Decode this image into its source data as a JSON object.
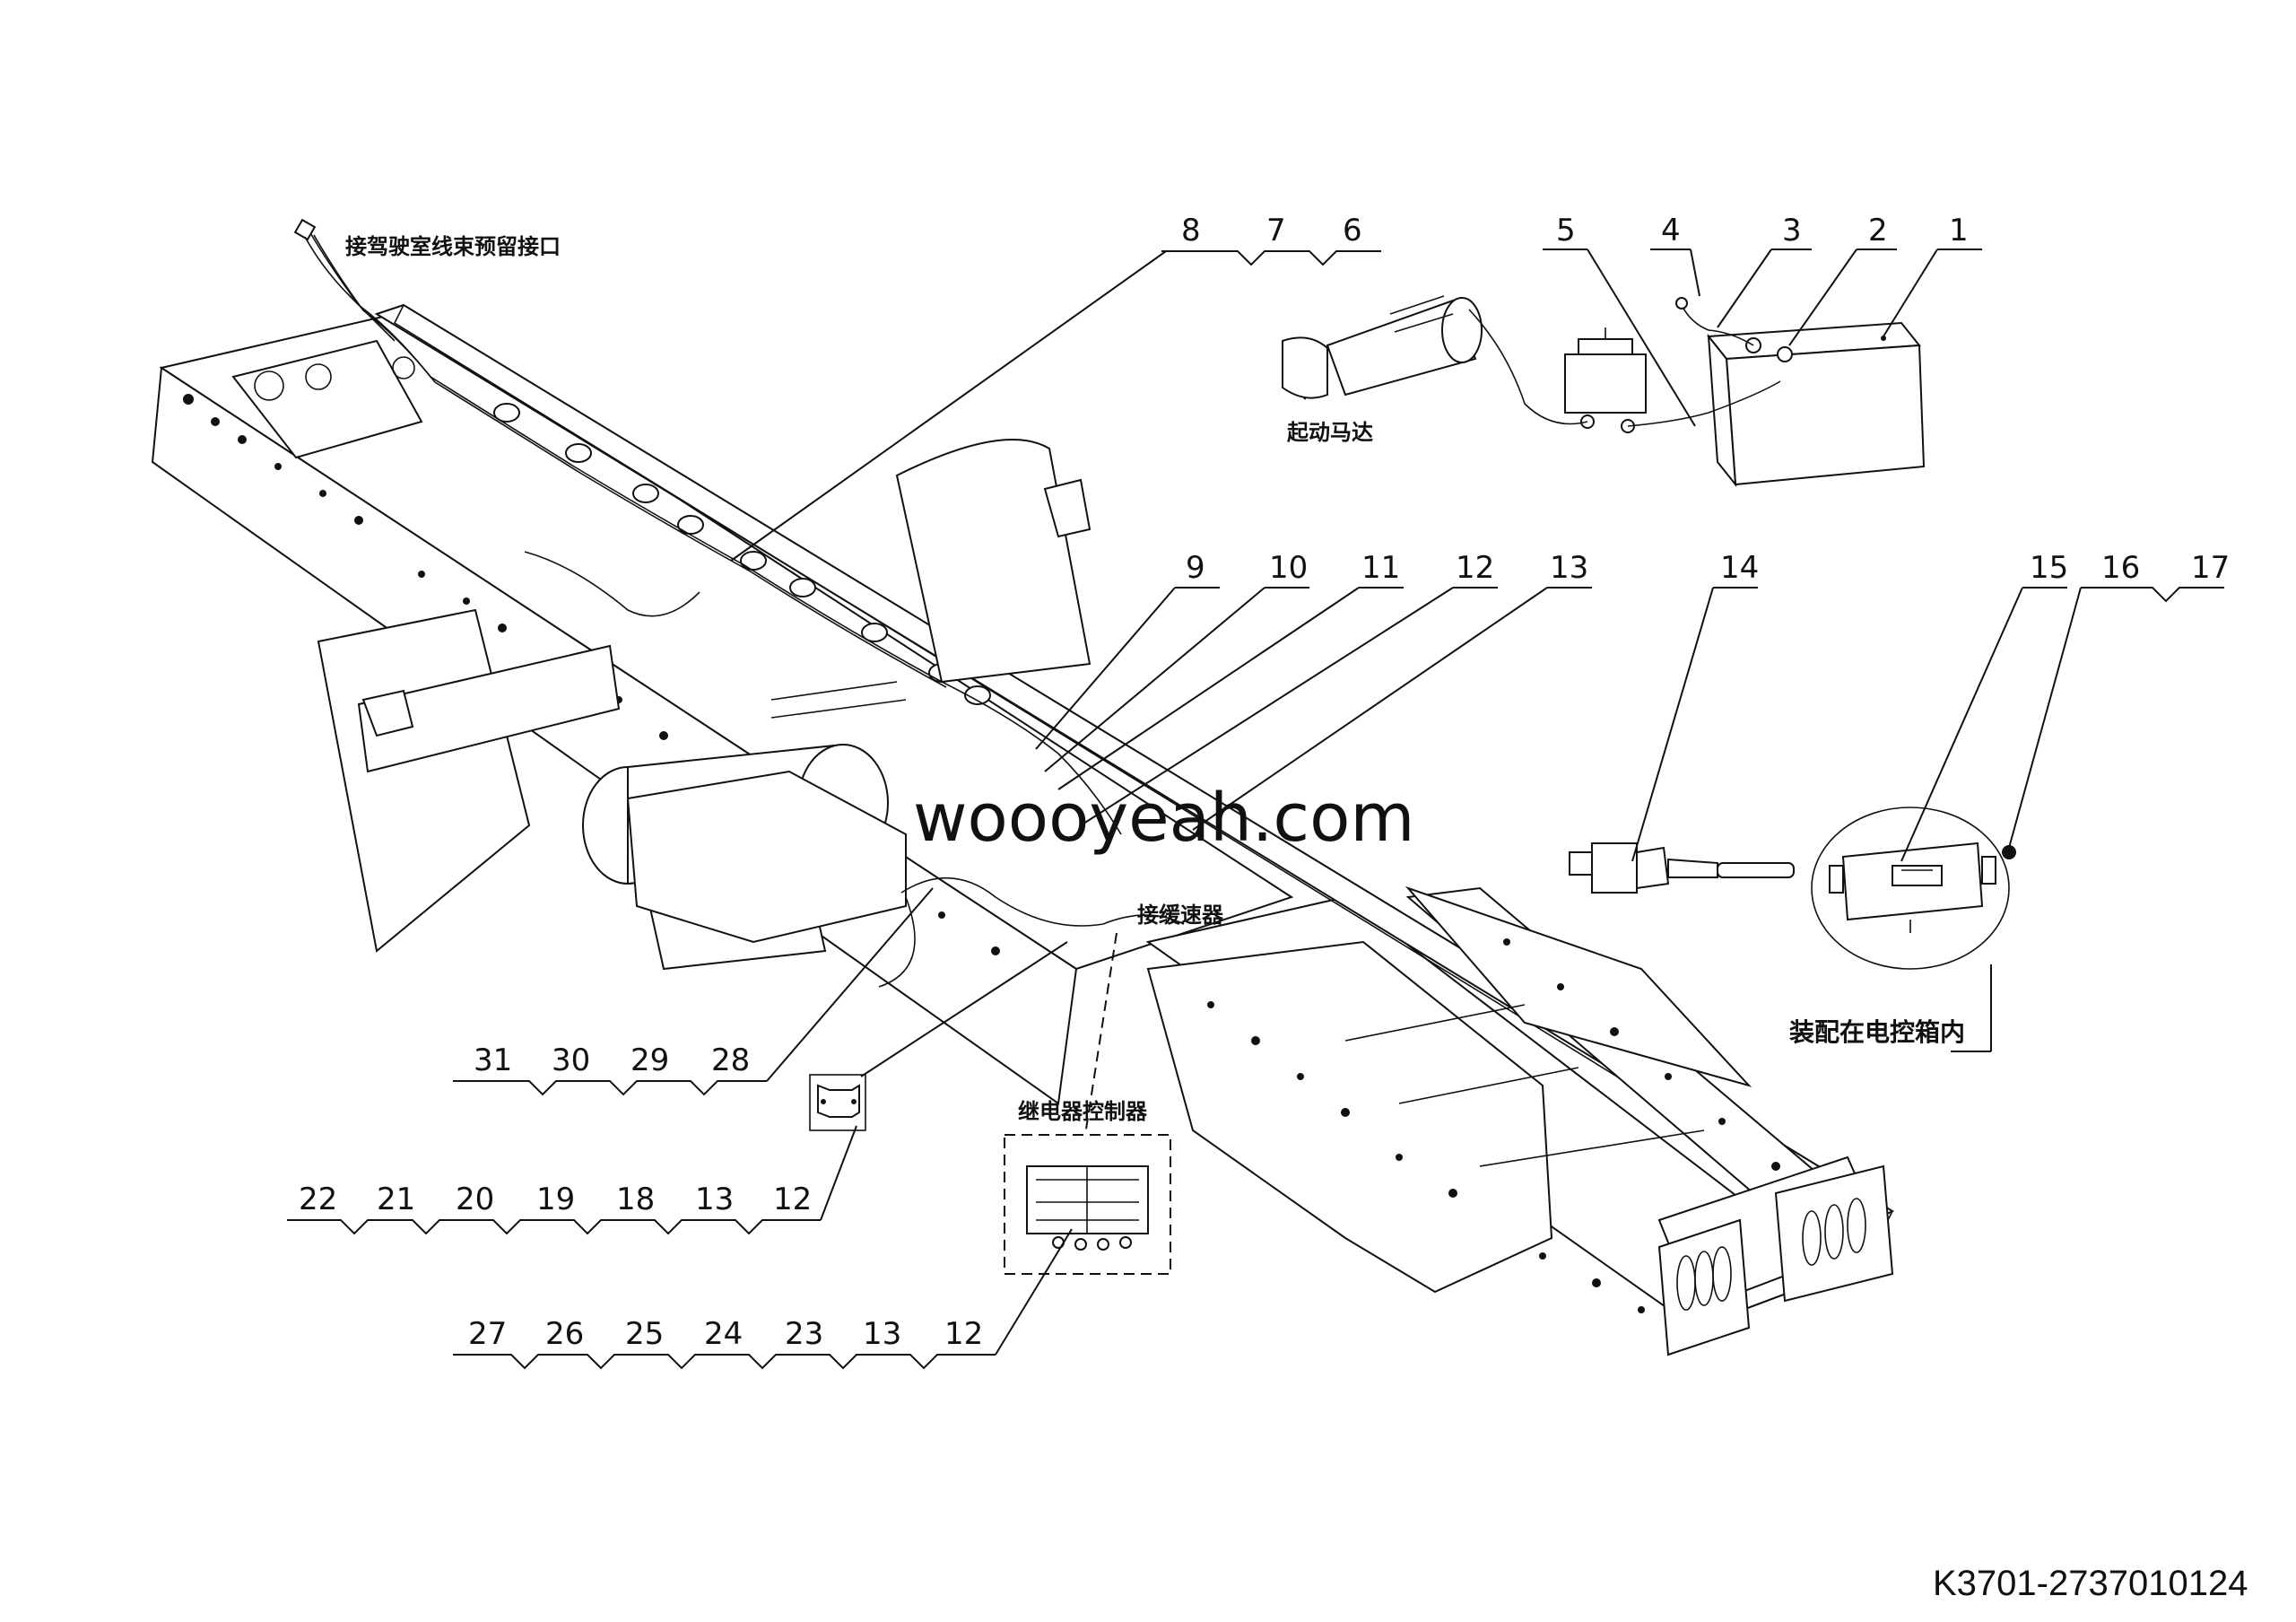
{
  "labels": {
    "cab_harness_connector": "接驾驶室线束预留接口",
    "starter_motor": "起动马达",
    "connect_speed_sensor": "接缓速器",
    "relay_controller": "继电器控制器",
    "in_electric_box": "装配在电控箱内"
  },
  "callouts": {
    "group_8_6": [
      "8",
      "7",
      "6"
    ],
    "c5": "5",
    "c4": "4",
    "c3": "3",
    "c2": "2",
    "c1": "1",
    "c9": "9",
    "c10": "10",
    "c11": "11",
    "c12": "12",
    "c13": "13",
    "c14": "14",
    "c15": "15",
    "group_16_17": [
      "16",
      "17"
    ],
    "group_31_28": [
      "31",
      "30",
      "29",
      "28"
    ],
    "group_22_12": [
      "22",
      "21",
      "20",
      "19",
      "18",
      "13",
      "12"
    ],
    "group_27_12": [
      "27",
      "26",
      "25",
      "24",
      "23",
      "13",
      "12"
    ]
  },
  "watermark": "woooyeah.com",
  "drawing_number": "K3701-2737010124"
}
